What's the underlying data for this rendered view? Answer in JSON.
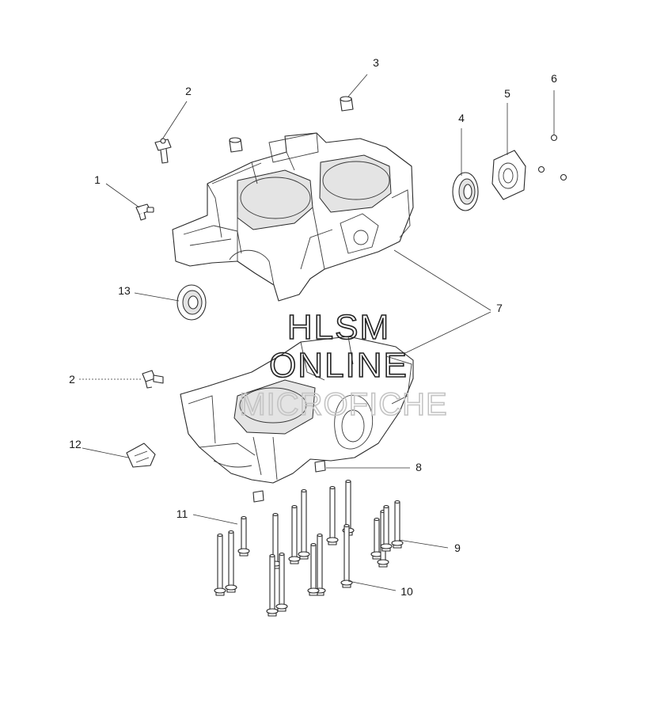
{
  "watermark": {
    "line1": "HLSM",
    "line2": "ONLINE",
    "line3": "MICROFICHE"
  },
  "callouts": [
    "1",
    "2",
    "3",
    "4",
    "5",
    "6",
    "7",
    "8",
    "9",
    "10",
    "11",
    "12",
    "13"
  ]
}
